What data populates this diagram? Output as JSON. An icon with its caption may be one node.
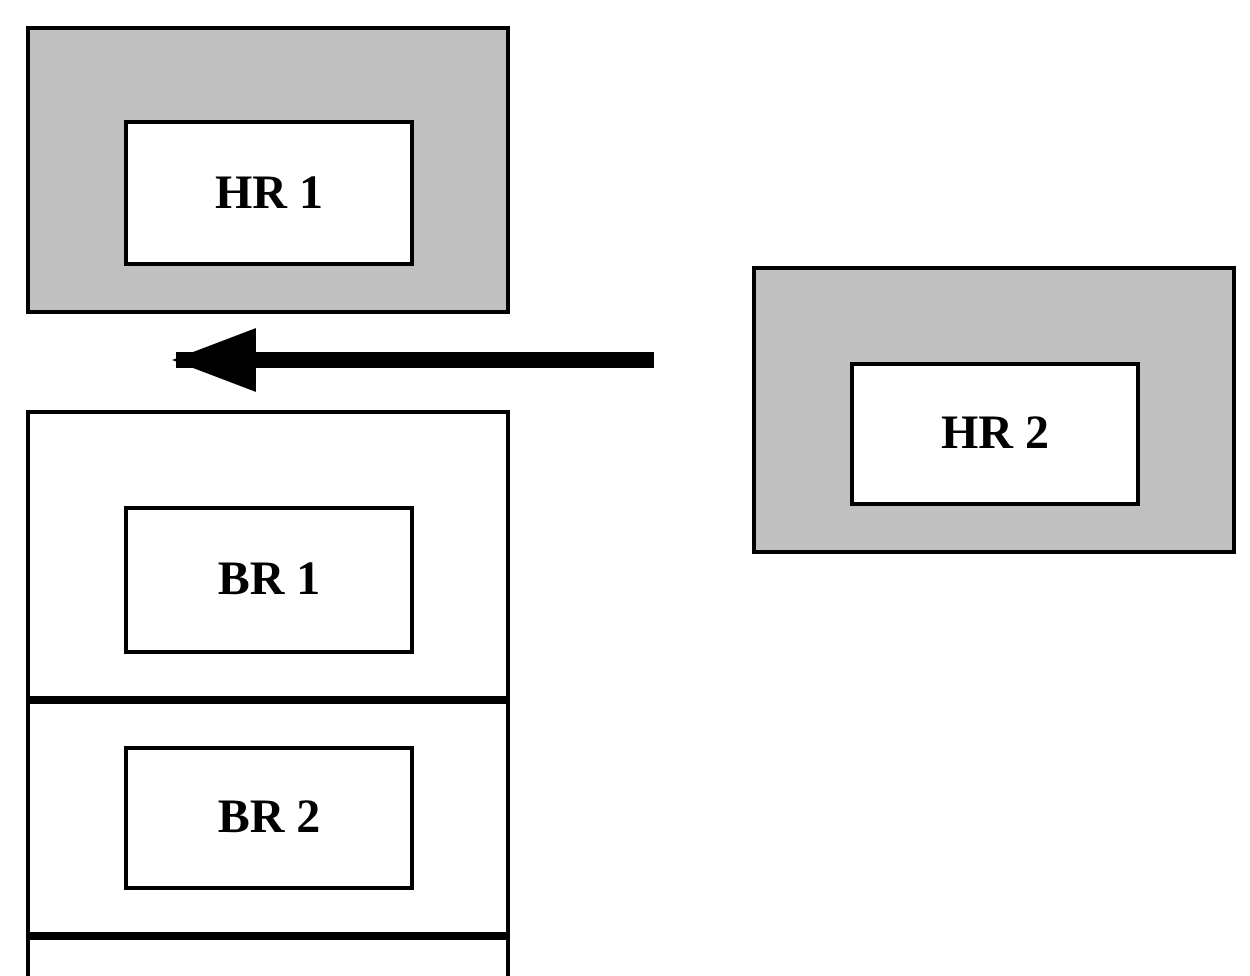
{
  "diagram": {
    "nodes": [
      {
        "text": [],
        "shape": "box"
      },
      {
        "text": [
          "HR 1"
        ],
        "in": 0
      },
      {
        "text": [],
        "shape": "box"
      },
      {
        "text": [
          "HR 2"
        ],
        "in": 2
      },
      {
        "text": [],
        "shape": "box"
      },
      {
        "text": [],
        "shape": "box",
        "in": 4
      },
      {
        "text": [
          "BR 1"
        ],
        "in": 5
      },
      {
        "text": [],
        "shape": "box",
        "in": 4
      },
      {
        "text": [
          "BR 2"
        ],
        "in": 7
      },
      {
        "text": [],
        "shape": "box",
        "in": 4
      }
    ],
    "edges": [
      {
        "from": 2,
        "to": 0,
        "arrow": "to"
      }
    ]
  }
}
